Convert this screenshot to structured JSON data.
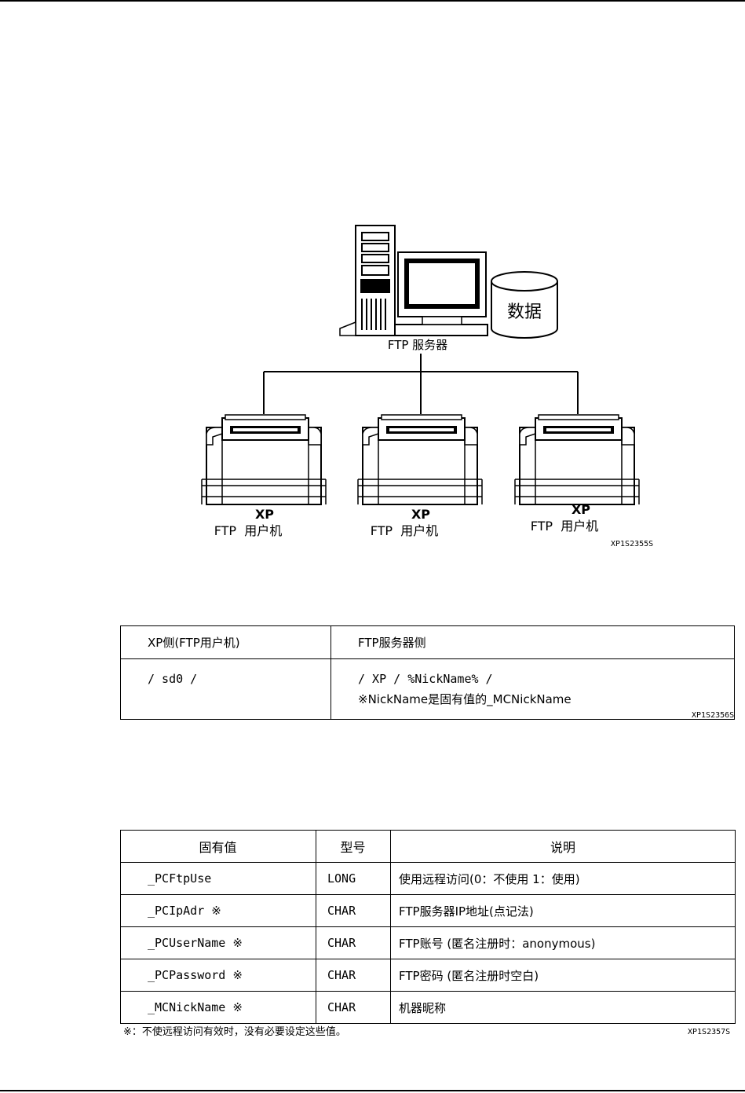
{
  "diagram": {
    "server_label": "FTP 服务器",
    "data_label": "数据",
    "clients": [
      {
        "line1": "XP",
        "line2": "FTP  用户机"
      },
      {
        "line1": "XP",
        "line2": "FTP  用户机"
      },
      {
        "line1": "XP",
        "line2": "FTP  用户机"
      }
    ],
    "ref": "XP1S2355S"
  },
  "path_table": {
    "headers": [
      "XP侧(FTP用户机)",
      "FTP服务器侧"
    ],
    "client_path": "/ sd0 /",
    "server_path": "/ XP / %NickName% /",
    "server_note": "※NickName是固有值的_MCNickName",
    "ref": "XP1S2356S"
  },
  "value_table": {
    "headers": [
      "固有值",
      "型号",
      "说明"
    ],
    "rows": [
      {
        "name": "_PCFtpUse",
        "type": "LONG",
        "desc": "使用远程访问(0：不使用 1：使用)"
      },
      {
        "name": "_PCIpAdr ※",
        "type": "CHAR",
        "desc": "FTP服务器IP地址(点记法)"
      },
      {
        "name": "_PCUserName ※",
        "type": "CHAR",
        "desc": "FTP账号 (匿名注册时：anonymous)"
      },
      {
        "name": "_PCPassword ※",
        "type": "CHAR",
        "desc": "FTP密码 (匿名注册时空白)"
      },
      {
        "name": "_MCNickName ※",
        "type": "CHAR",
        "desc": "机器昵称"
      }
    ],
    "footnote": "※：不使远程访问有效时，没有必要设定这些值。",
    "ref": "XP1S2357S"
  }
}
